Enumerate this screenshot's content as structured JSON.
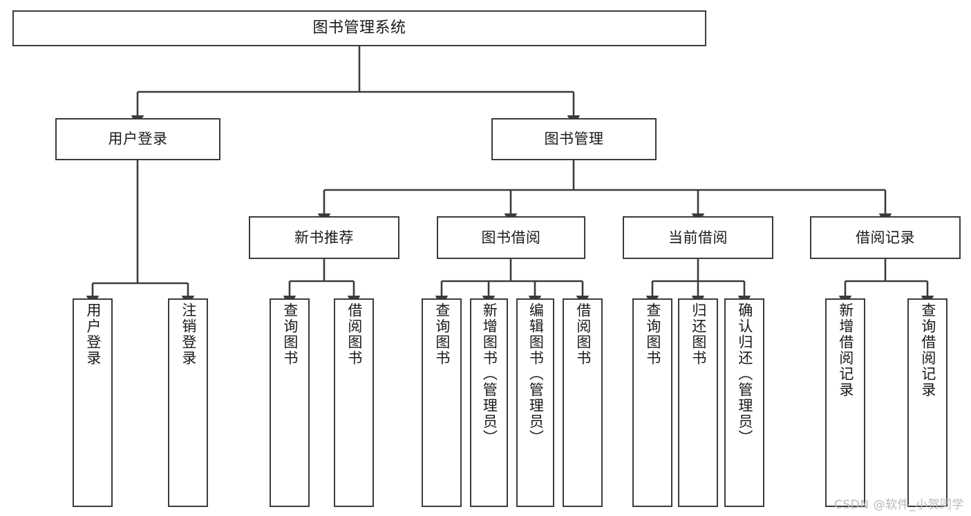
{
  "diagram": {
    "title": "图书管理系统",
    "type": "tree-hierarchy",
    "stroke_color": "#3b3b3b",
    "background_color": "#ffffff",
    "text_color": "#1a1a1a"
  },
  "root": {
    "label": "图书管理系统"
  },
  "level1": [
    {
      "label": "用户登录"
    },
    {
      "label": "图书管理"
    }
  ],
  "level2": [
    {
      "label": "新书推荐"
    },
    {
      "label": "图书借阅"
    },
    {
      "label": "当前借阅"
    },
    {
      "label": "借阅记录"
    }
  ],
  "leaves": {
    "user_login": [
      {
        "label": "用户登录"
      },
      {
        "label": "注销登录"
      }
    ],
    "new_book_recommend": [
      {
        "label": "查询图书"
      },
      {
        "label": "借阅图书"
      }
    ],
    "book_borrow": [
      {
        "label": "查询图书"
      },
      {
        "label": "新增图书（管理员）"
      },
      {
        "label": "编辑图书（管理员）"
      },
      {
        "label": "借阅图书"
      }
    ],
    "current_borrow": [
      {
        "label": "查询图书"
      },
      {
        "label": "归还图书"
      },
      {
        "label": "确认归还（管理员）"
      }
    ],
    "borrow_records": [
      {
        "label": "新增借阅记录"
      },
      {
        "label": "查询借阅记录"
      }
    ]
  },
  "watermark": {
    "text": "CSDN @软件_小贺同学"
  }
}
